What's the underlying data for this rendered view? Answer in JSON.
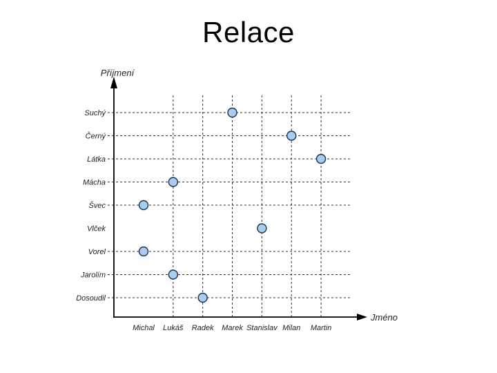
{
  "slide": {
    "title": "Relace",
    "background": "#ffffff"
  },
  "chart_data": {
    "type": "scatter",
    "title": "Relace",
    "xlabel": "Jméno",
    "ylabel": "Příjmení",
    "x_categories": [
      "Michal",
      "Lukáš",
      "Radek",
      "Marek",
      "Stanislav",
      "Milan",
      "Martin"
    ],
    "y_categories": [
      "Suchý",
      "Černý",
      "Látka",
      "Mácha",
      "Švec",
      "Vlček",
      "Vorel",
      "Jarolím",
      "Dosoudil"
    ],
    "points": [
      {
        "x": "Marek",
        "y": "Suchý"
      },
      {
        "x": "Milan",
        "y": "Černý"
      },
      {
        "x": "Martin",
        "y": "Látka"
      },
      {
        "x": "Lukáš",
        "y": "Mácha"
      },
      {
        "x": "Michal",
        "y": "Švec"
      },
      {
        "x": "Stanislav",
        "y": "Vlček"
      },
      {
        "x": "Michal",
        "y": "Vorel"
      },
      {
        "x": "Lukáš",
        "y": "Jarolím"
      },
      {
        "x": "Radek",
        "y": "Dosoudil"
      }
    ],
    "grid": {
      "style": "dashed",
      "missing_horizontal_rows": [
        "Vlček"
      ],
      "missing_vertical_columns": [
        "Michal"
      ]
    },
    "point_style": {
      "fill": "#aaccee",
      "stroke": "#16324f"
    },
    "axis_color": "#000000",
    "grid_color": "#2b2b2b",
    "legend": "none"
  }
}
